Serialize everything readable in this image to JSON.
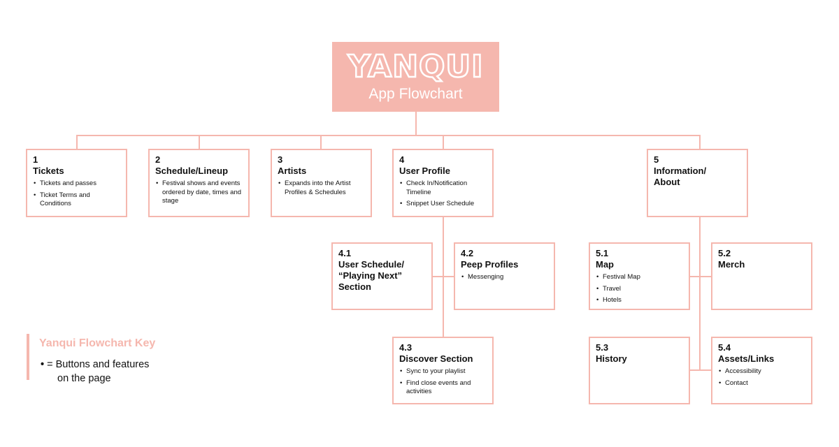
{
  "header": {
    "logo_text": "YANQUI",
    "subtitle": "App Flowchart",
    "color": "#f5b7ae"
  },
  "nodes": {
    "tickets": {
      "number": "1",
      "title": "Tickets",
      "items": [
        "Tickets and passes",
        "Ticket Terms and Conditions"
      ]
    },
    "schedule": {
      "number": "2",
      "title": "Schedule/Lineup",
      "items": [
        "Festival shows and events ordered by date, times and stage"
      ]
    },
    "artists": {
      "number": "3",
      "title": "Artists",
      "items": [
        "Expands into the Artist Profiles & Schedules"
      ]
    },
    "profile": {
      "number": "4",
      "title": "User Profile",
      "items": [
        "Check In/Notification Timeline",
        "Snippet User Schedule"
      ]
    },
    "info": {
      "number": "5",
      "title": "Information/\nAbout",
      "items": []
    },
    "user_schedule": {
      "number": "4.1",
      "title": "User Schedule/\n“Playing Next”\nSection",
      "items": []
    },
    "peep": {
      "number": "4.2",
      "title": "Peep Profiles",
      "items": [
        "Messenging"
      ]
    },
    "discover": {
      "number": "4.3",
      "title": "Discover Section",
      "items": [
        "Sync to your playlist",
        "Find close events and activities"
      ]
    },
    "map": {
      "number": "5.1",
      "title": "Map",
      "items": [
        "Festival Map",
        "Travel",
        "Hotels"
      ]
    },
    "merch": {
      "number": "5.2",
      "title": "Merch",
      "items": []
    },
    "history": {
      "number": "5.3",
      "title": "History",
      "items": []
    },
    "assets": {
      "number": "5.4",
      "title": "Assets/Links",
      "items": [
        "Accessibility",
        "Contact"
      ]
    }
  },
  "key": {
    "title": "Yanqui Flowchart Key",
    "bullet": "•",
    "text_line1": " = Buttons and features",
    "text_line2": "on the page"
  }
}
